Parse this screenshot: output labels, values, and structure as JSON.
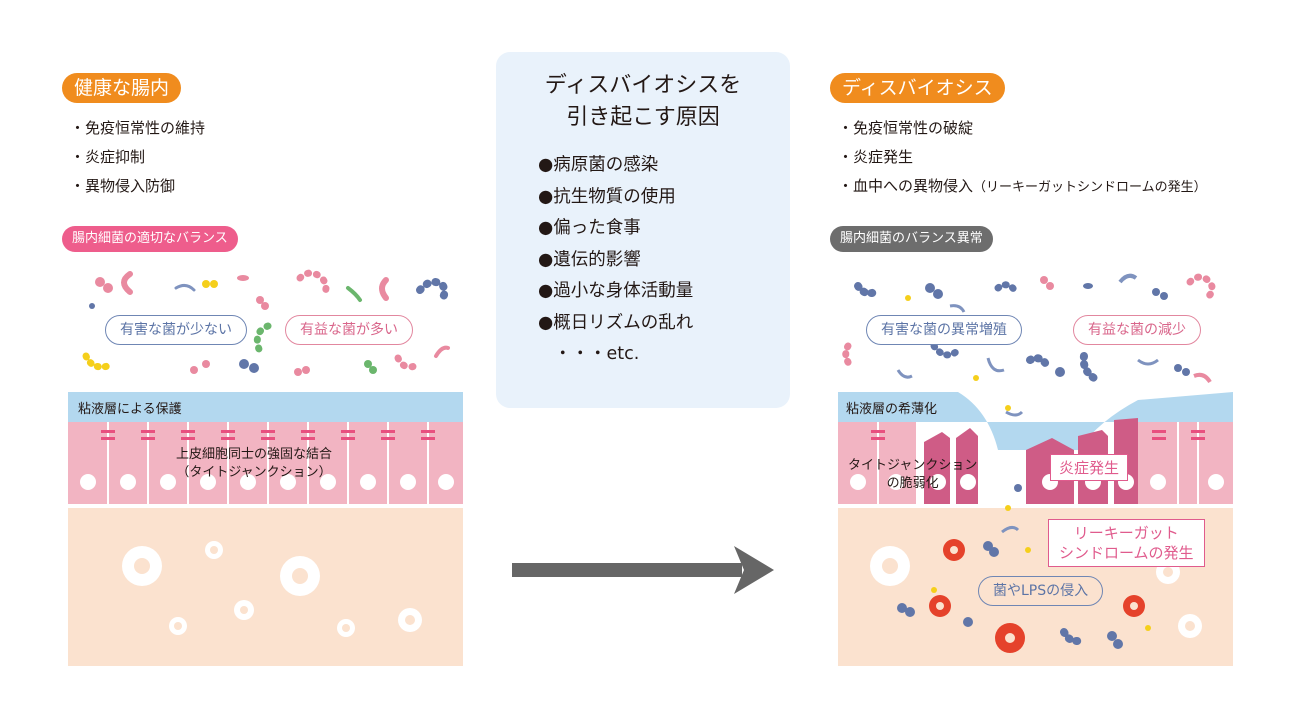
{
  "left": {
    "badge": "健康な腸内",
    "bullets": [
      "・免疫恒常性の維持",
      "・炎症抑制",
      "・異物侵入防御"
    ],
    "pill": "腸内細菌の適切なバランス",
    "oval_harmful": "有害な菌が少ない",
    "oval_beneficial": "有益な菌が多い",
    "mucus_label": "粘液層による保護",
    "junction_label_1": "上皮細胞同士の強固な結合",
    "junction_label_2": "（タイトジャンクション）"
  },
  "center": {
    "title_1": "ディスバイオシスを",
    "title_2": "引き起こす原因",
    "causes": [
      "●病原菌の感染",
      "●抗生物質の使用",
      "●偏った食事",
      "●遺伝的影響",
      "●過小な身体活動量",
      "●概日リズムの乱れ"
    ],
    "etc": "・・・etc."
  },
  "right": {
    "badge": "ディスバイオシス",
    "bullets": [
      "・免疫恒常性の破綻",
      "・炎症発生",
      "・血中への異物侵入"
    ],
    "bullet_3_sub": "（リーキーガットシンドロームの発生）",
    "pill": "腸内細菌のバランス異常",
    "oval_harmful": "有害な菌の異常増殖",
    "oval_beneficial": "有益な菌の減少",
    "mucus_label": "粘液層の希薄化",
    "junction_label_1": "タイトジャンクション",
    "junction_label_2": "の脆弱化",
    "inflammation_label": "炎症発生",
    "leaky_label_1": "リーキーガット",
    "leaky_label_2": "シンドロームの発生",
    "invasion_label": "菌やLPSの侵入"
  },
  "colors": {
    "orange": "#f08c1e",
    "pink": "#ee5d8c",
    "gray": "#6d6d6d",
    "cell_pink": "#f2b4c2",
    "tissue_peach": "#fbe2cf",
    "mucus_blue": "#b3d8ef",
    "inflamed": "#cf5c86",
    "arrow": "#666666"
  }
}
